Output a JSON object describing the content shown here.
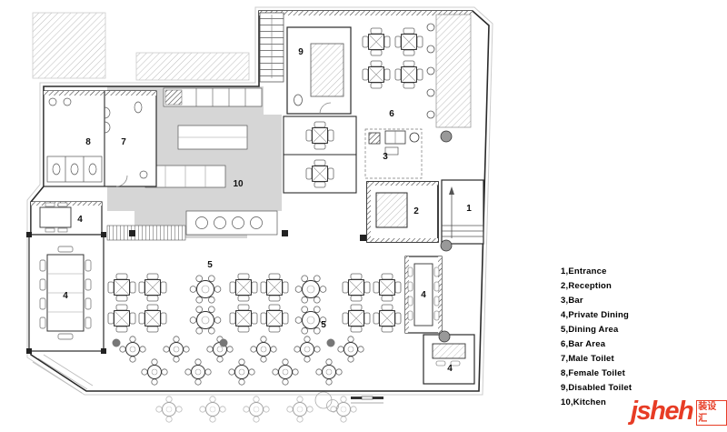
{
  "legend": {
    "items": [
      "1,Entrance",
      "2,Reception",
      "3,Bar",
      "4,Private Dining",
      "5,Dining Area",
      "6,Bar Area",
      "7,Male Toilet",
      "8,Female Toilet",
      "9,Disabled Toilet",
      "10,Kitchen"
    ]
  },
  "plan": {
    "labels": [
      {
        "text": "9"
      },
      {
        "text": "8"
      },
      {
        "text": "7"
      },
      {
        "text": "10"
      },
      {
        "text": "6"
      },
      {
        "text": "3"
      },
      {
        "text": "2"
      },
      {
        "text": "1"
      },
      {
        "text": "4"
      },
      {
        "text": "4"
      },
      {
        "text": "5"
      },
      {
        "text": "5"
      },
      {
        "text": "4"
      },
      {
        "text": "4"
      }
    ]
  },
  "logo": {
    "brand": "jsheh",
    "tag": "装设汇"
  },
  "colors": {
    "logo_red": "#e73c25",
    "kitchen_gray": "#d6d6d6",
    "wall": "#2a2a2a"
  }
}
